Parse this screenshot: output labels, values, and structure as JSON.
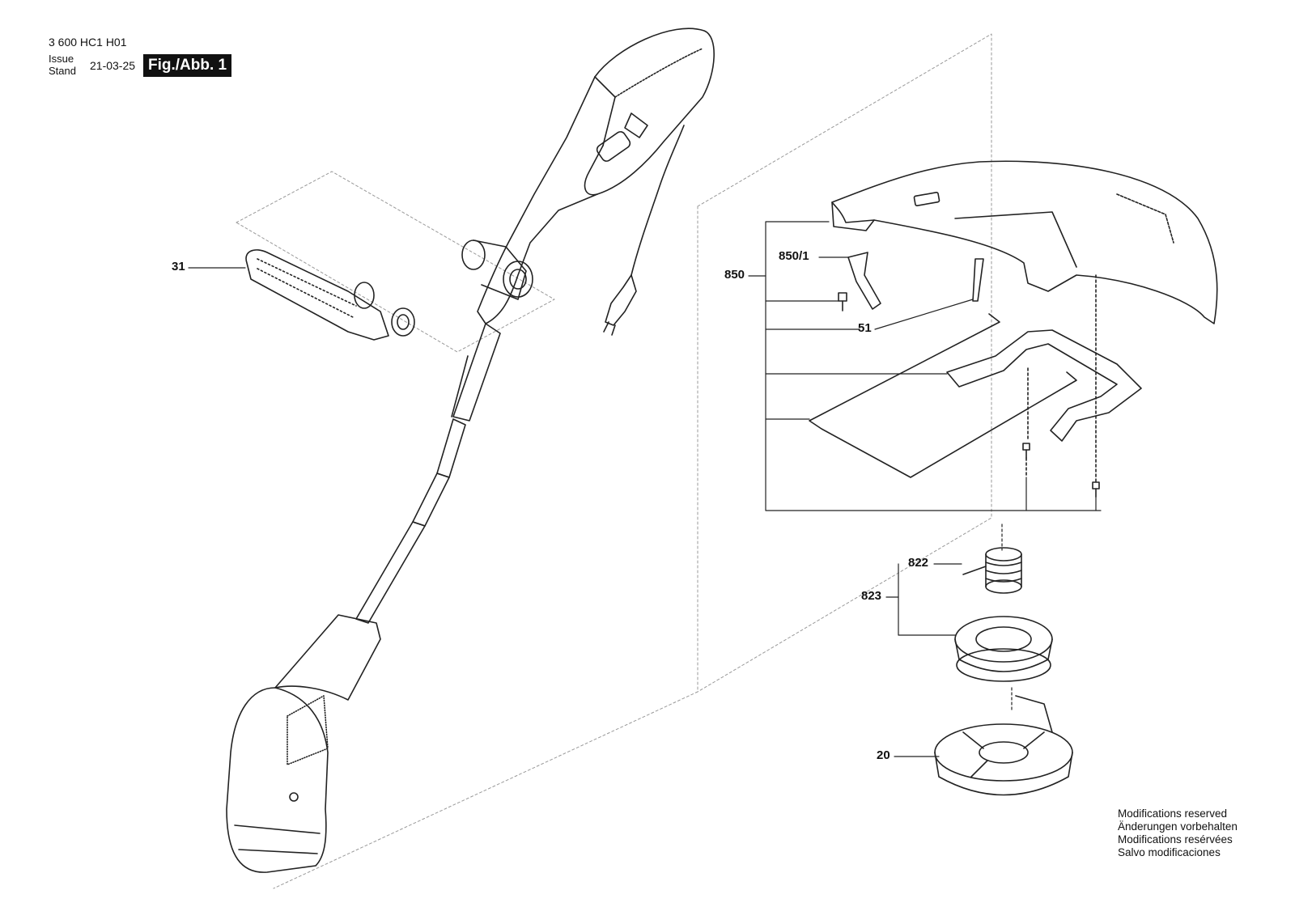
{
  "header": {
    "part_number": "3 600 HC1 H01",
    "issue_label_1": "Issue",
    "issue_label_2": "Stand",
    "issue_date": "21-03-25",
    "figure_label": "Fig./Abb. 1"
  },
  "callouts": {
    "c31": "31",
    "c850": "850",
    "c850_1": "850/1",
    "c51": "51",
    "c822": "822",
    "c823": "823",
    "c20": "20"
  },
  "notes": [
    "Modifications reserved",
    "Änderungen vorbehalten",
    "Modifications resérvées",
    "Salvo modificaciones"
  ]
}
